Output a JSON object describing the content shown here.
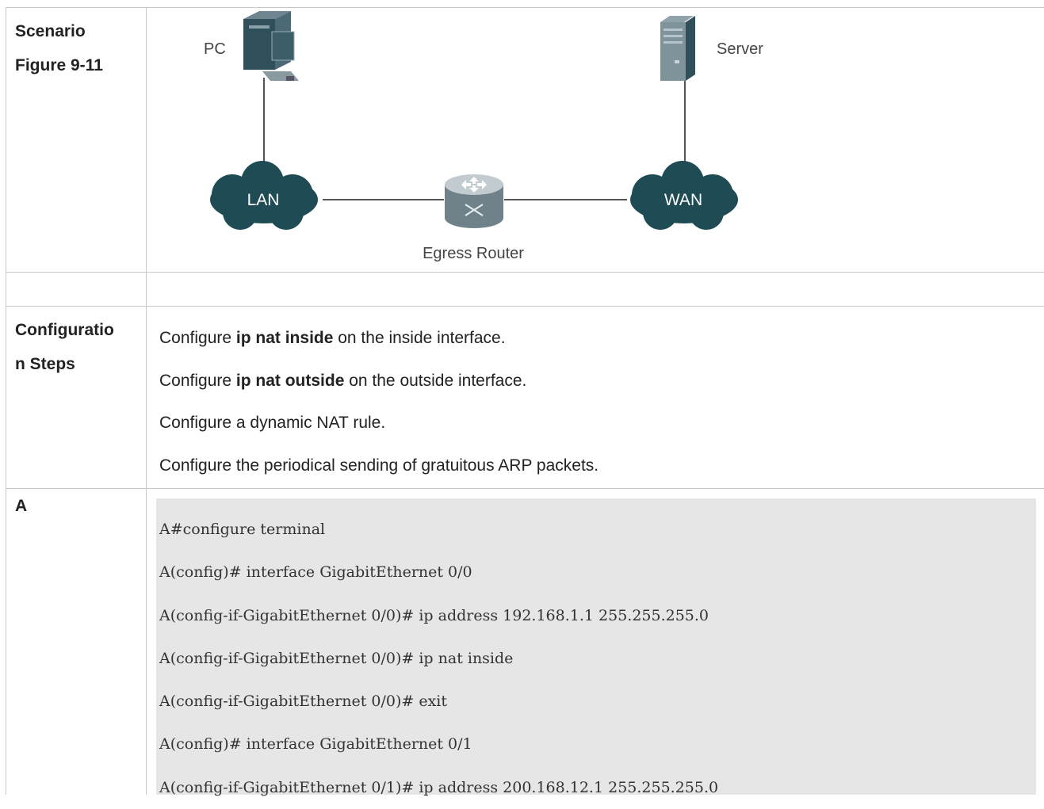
{
  "scenario_row": {
    "label_line1": "Scenario",
    "label_line2": "Figure 9-11",
    "diagram": {
      "pc_label": "PC",
      "server_label": "Server",
      "lan_label": "LAN",
      "wan_label": "WAN",
      "router_label": "Egress Router"
    }
  },
  "steps_row": {
    "label_line1": "Configuratio",
    "label_line2": "n Steps",
    "steps": [
      {
        "prefix": "Configure ",
        "bold": "ip nat inside",
        "suffix": " on the inside interface."
      },
      {
        "prefix": "Configure ",
        "bold": "ip nat outside",
        "suffix": " on the outside interface."
      },
      {
        "prefix": "Configure a dynamic NAT rule.",
        "bold": "",
        "suffix": ""
      },
      {
        "prefix": "Configure the periodical sending of gratuitous ARP packets.",
        "bold": "",
        "suffix": ""
      }
    ]
  },
  "a_row": {
    "label": "A",
    "code_lines": [
      "A#configure terminal",
      "A(config)# interface GigabitEthernet 0/0",
      "A(config-if-GigabitEthernet 0/0)# ip address 192.168.1.1 255.255.255.0",
      "A(config-if-GigabitEthernet 0/0)# ip nat inside",
      "A(config-if-GigabitEthernet 0/0)# exit",
      "A(config)# interface GigabitEthernet 0/1",
      "A(config-if-GigabitEthernet 0/1)# ip address 200.168.12.1 255.255.255.0"
    ]
  },
  "colors": {
    "cloud": "#1f4b55",
    "router_body": "#7a8c94",
    "code_bg": "#e6e6e6",
    "border": "#c8c8c8"
  }
}
